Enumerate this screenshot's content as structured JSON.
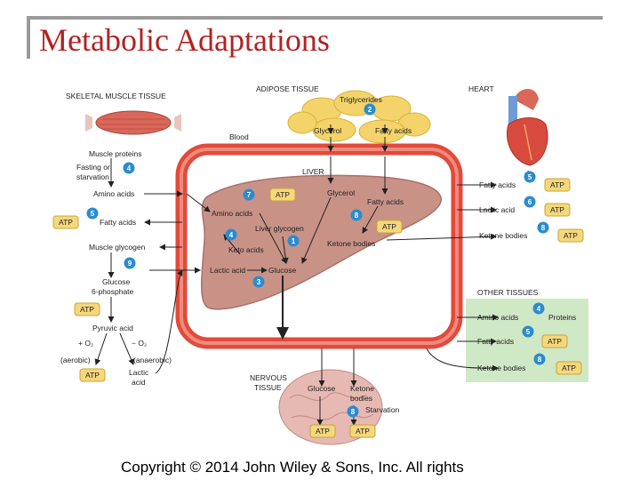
{
  "slide": {
    "title": "Metabolic Adaptations",
    "copyright": "Copyright © 2014 John Wiley & Sons, Inc. All rights"
  },
  "diagram": {
    "headers": {
      "skeletal_muscle": "SKELETAL MUSCLE TISSUE",
      "adipose": "ADIPOSE TISSUE",
      "heart": "HEART",
      "liver": "LIVER",
      "other_tissues": "OTHER TISSUES",
      "nervous_line1": "NERVOUS",
      "nervous_line2": "TISSUE",
      "blood": "Blood"
    },
    "adipose": {
      "triglycerides": "Triglycerides",
      "glycerol": "Glycerol",
      "fatty_acids": "Fatty acids",
      "step": "2"
    },
    "muscle": {
      "muscle_proteins": "Muscle proteins",
      "fasting_line1": "Fasting or",
      "fasting_line2": "starvation",
      "amino_acids": "Amino acids",
      "fatty_acids": "Fatty acids",
      "muscle_glycogen": "Muscle glycogen",
      "glucose_line1": "Glucose",
      "glucose_line2": "6-phosphate",
      "pyruvic_acid": "Pyruvic acid",
      "plus_o2": "+ O₂",
      "minus_o2": "− O₂",
      "aerobic": "(aerobic)",
      "anaerobic": "(anaerobic)",
      "lactic_line1": "Lactic",
      "lactic_line2": "acid",
      "steps": {
        "fasting": "4",
        "fatty": "5",
        "glycogen": "9"
      }
    },
    "liver": {
      "glycerol": "Glycerol",
      "fatty_acids": "Fatty acids",
      "amino_acids": "Amino acids",
      "liver_glycogen": "Liver glycogen",
      "keto_acids": "Keto acids",
      "ketone_bodies": "Ketone bodies",
      "lactic_acid": "Lactic acid",
      "glucose": "Glucose",
      "steps": {
        "amino": "7",
        "fatty": "8",
        "keto": "4",
        "glycogen": "1",
        "glucose": "3"
      }
    },
    "heart": {
      "fatty_acids": "Fatty acids",
      "lactic_acid": "Lactic acid",
      "ketone_bodies": "Ketone bodies",
      "steps": {
        "fatty": "5",
        "lactic": "6",
        "ketone": "8"
      }
    },
    "other": {
      "amino_acids": "Amino acids",
      "proteins": "Proteins",
      "fatty_acids": "Fatty acids",
      "ketone_bodies": "Ketone bodies",
      "steps": {
        "amino": "4",
        "fatty": "5",
        "ketone": "8"
      }
    },
    "nervous": {
      "glucose": "Glucose",
      "ketone_line1": "Ketone",
      "ketone_line2": "bodies",
      "starvation": "Starvation",
      "step": "8"
    },
    "atp_label": "ATP",
    "colors": {
      "title": "#b22222",
      "blood_vessel": "#e24a3b",
      "liver": "#c99287",
      "fat": "#f3d36a",
      "step_circle": "#2a8ccf",
      "atp_burst": "#f5d77c",
      "other_panel": "#cfe8c6",
      "brain": "#e7b9b3"
    }
  }
}
